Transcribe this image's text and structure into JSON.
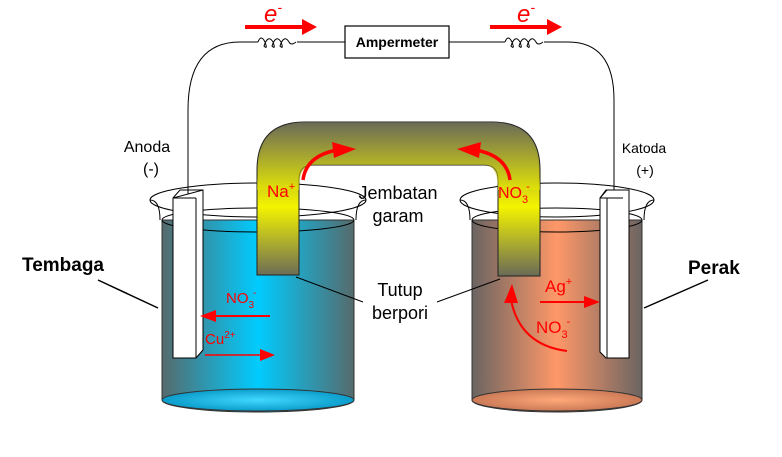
{
  "title": "Galvanic cell (Cu / Ag) diagram",
  "labels": {
    "electron_left": "e",
    "electron_right": "e",
    "electron_sup": "-",
    "ammeter": "Ampermeter",
    "anode": "Anoda",
    "anode_sign": "(-)",
    "cathode": "Katoda",
    "cathode_sign": "(+)",
    "salt_bridge_line1": "Jembatan",
    "salt_bridge_line2": "garam",
    "porous_line1": "Tutup",
    "porous_line2": "berpori",
    "left_metal": "Tembaga",
    "right_metal": "Perak"
  },
  "ions": {
    "na": {
      "base": "Na",
      "sup": "+"
    },
    "no3_bridge": {
      "base": "NO",
      "sub": "3",
      "sup": "-"
    },
    "no3_left": {
      "base": "NO",
      "sub": "3",
      "sup": "-"
    },
    "cu": {
      "base": "Cu",
      "sup": "2+"
    },
    "ag": {
      "base": "Ag",
      "sup": "+"
    },
    "no3_right": {
      "base": "NO",
      "sub": "3",
      "sup": "-"
    }
  },
  "colors": {
    "arrow": "#ff0000",
    "copper_solution": "#00c8f8",
    "silver_solution": "#f89060",
    "salt_bridge": "#f0f000",
    "shade": "#5a6a6a"
  }
}
